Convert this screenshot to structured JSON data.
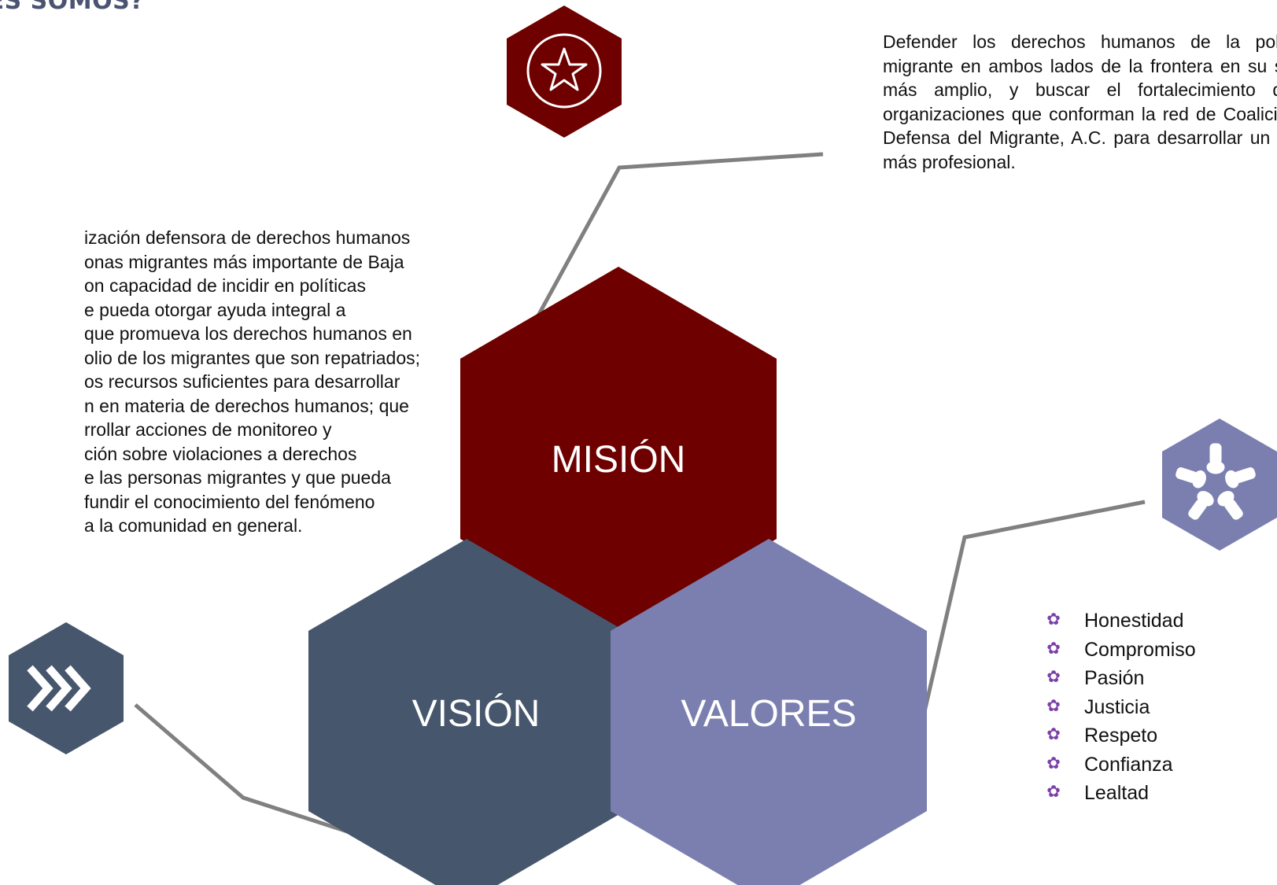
{
  "header": {
    "title": "ENES SOMOS?"
  },
  "vision": {
    "lines": [
      "ización defensora de derechos humanos",
      "onas migrantes más importante de Baja",
      "on capacidad de incidir en políticas",
      "e pueda otorgar ayuda integral a",
      "que promueva los derechos humanos en",
      "olio de los migrantes que son repatriados;",
      "os recursos suficientes para desarrollar",
      "n en materia de derechos humanos; que",
      "rrollar acciones de monitoreo y",
      "ción sobre violaciones a derechos",
      "e las personas migrantes y que pueda",
      "fundir el conocimiento del fenómeno",
      "a la comunidad en general."
    ]
  },
  "mission": {
    "text": "Defender los derechos humanos de la población migrante en ambos lados de la frontera en su sentido más amplio, y buscar el fortalecimiento de las organizaciones que conforman la red de Coalición Pro Defensa del Migrante, A.C. para desarrollar un trabajo más profesional."
  },
  "hexagons": {
    "mision_label": "MISIÓN",
    "vision_label": "VISIÓN",
    "valores_label": "VALORES"
  },
  "values": {
    "items": [
      "Honestidad",
      "Compromiso",
      "Pasión",
      "Justicia",
      "Respeto",
      "Confianza",
      "Lealtad"
    ]
  },
  "colors": {
    "mision": "#6e0000",
    "vision": "#46566d",
    "valores": "#7b7fb0",
    "connector": "#808080",
    "bullet": "#7a3fa8"
  },
  "icons": {
    "mision": "star-icon",
    "vision": "chevrons-right-icon",
    "valores": "hands-circle-icon"
  }
}
